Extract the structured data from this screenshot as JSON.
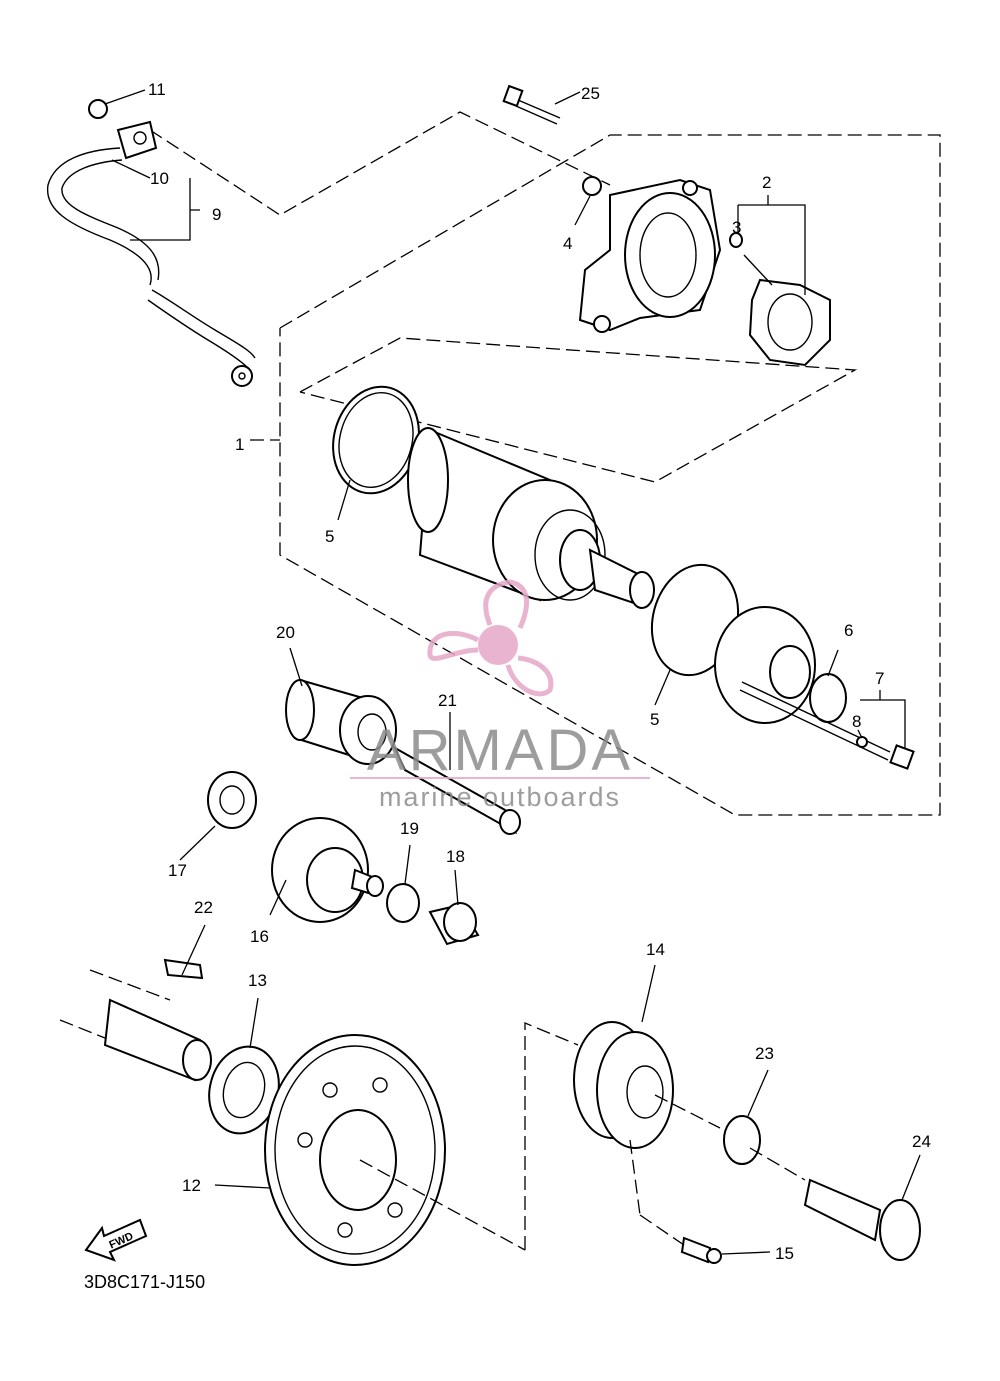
{
  "diagram": {
    "code": "3D8C171-J150",
    "fwd_label": "FWD",
    "callouts": [
      "1",
      "2",
      "3",
      "4",
      "5",
      "5",
      "6",
      "7",
      "8",
      "9",
      "10",
      "11",
      "12",
      "13",
      "14",
      "15",
      "16",
      "17",
      "18",
      "19",
      "20",
      "21",
      "22",
      "23",
      "24",
      "25"
    ]
  },
  "watermark": {
    "brand": "ARMADA",
    "tagline": "marine outboards",
    "color": "#e6a7c7",
    "icon": "propeller-icon"
  }
}
